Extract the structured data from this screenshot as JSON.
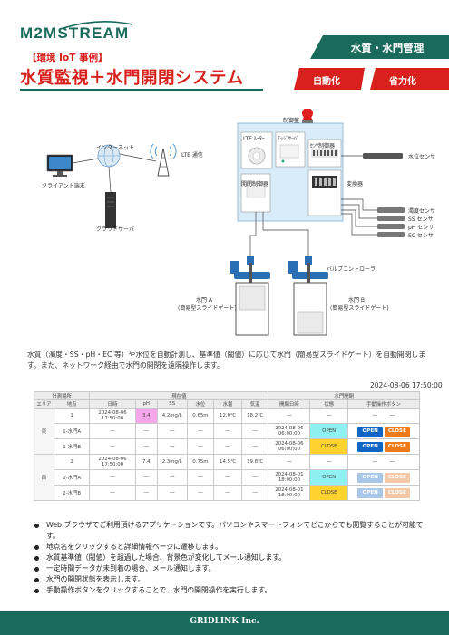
{
  "header": {
    "logo": "M2MSTREAM",
    "category": "【環境 IoT 事例】",
    "title": "水質監視＋水門開閉システム",
    "tag_main": "水質・水門管理",
    "tag_left": "自動化",
    "tag_right": "省力化"
  },
  "diagram": {
    "labels": {
      "control_panel": "制御盤",
      "lte_router": "LTE ﾙｰﾀｰ",
      "easy_server": "ｴｯｼﾞｻｰﾊﾞ",
      "sensor_controller": "ｾﾝｻ制御器",
      "gate_controller": "開閉制御器",
      "converter": "変換器",
      "internet": "インターネット",
      "lte_comm": "LTE 通信",
      "client": "クライアント端末",
      "cloud_server": "クラウドサーバ",
      "level_sensor": "水位センサ",
      "turbidity_sensor": "濁度センサ",
      "ss_sensor": "SS センサ",
      "ph_sensor": "pH センサ",
      "ec_sensor": "EC センサ",
      "valve_controller": "バルブコントローラ",
      "gate_a": "水門 A",
      "gate_a_type": "(簡易型スライドゲート)",
      "gate_b": "水門 B",
      "gate_b_type": "(簡易型スライドゲート)"
    }
  },
  "description": "水質（濁度・SS・pH・EC 等）や水位を自動計測し、基準値（閾値）に応じて水門（簡易型スライドゲート）を自動開閉します。また、ネットワーク経由で水門の開閉を遠隔操作します。",
  "table": {
    "timestamp": "2024-08-06 17:50:00",
    "group_headers": {
      "location": "計測場所",
      "status": "現在値",
      "gate": "水門開閉"
    },
    "columns": {
      "area": "エリア",
      "site": "地点",
      "datetime": "日時",
      "ph": "pH",
      "ss": "SS",
      "level": "水位",
      "water_temp": "水温",
      "air_temp": "気温",
      "op_datetime": "開閉日時",
      "state": "状態",
      "manual": "手動操作ボタン"
    },
    "dash": "―",
    "open_label": "OPEN",
    "close_label": "CLOSE",
    "east": {
      "area": "東",
      "site1": {
        "site": "1",
        "datetime": "2024-08-06\n17:50:00",
        "ph": "3.4",
        "ss": "4.2mg/L",
        "level": "0.65m",
        "water_temp": "12.0℃",
        "air_temp": "18.2℃"
      },
      "gate_a": {
        "site": "1-水門A",
        "op_datetime": "2024-08-06\n06:00:00",
        "state": "OPEN"
      },
      "gate_b": {
        "site": "1-水門B",
        "op_datetime": "2024-08-06\n06:00:00",
        "state": "CLOSE"
      }
    },
    "west": {
      "area": "西",
      "site2": {
        "site": "2",
        "datetime": "2024-08-06\n17:50:00",
        "ph": "7.4",
        "ss": "2.3mg/L",
        "level": "0.75m",
        "water_temp": "14.5℃",
        "air_temp": "19.8℃"
      },
      "gate_a": {
        "site": "2-水門A",
        "op_datetime": "2024-08-01\n18:00:00",
        "state": "OPEN"
      },
      "gate_b": {
        "site": "2-水門B",
        "op_datetime": "2024-08-01\n18:00:00",
        "state": "CLOSE"
      }
    }
  },
  "bullets": [
    "Web ブラウザでご利用頂けるアプリケーションです。パソコンやスマートフォンでどこからでも閲覧することが可能です。",
    "地点名をクリックすると詳細情報ページに遷移します。",
    "水質基準値（閾値）を超過した場合、背景色が変化してメール通知します。",
    "一定時間データが未到着の場合、メール通知します。",
    "水門の開閉状態を表示します。",
    "手動操作ボタンをクリックすることで、水門の開閉操作を実行します。"
  ],
  "footer": "GRIDLINK Inc.",
  "colors": {
    "brand": "#1a6b5c",
    "title_red": "#d8201c",
    "open_blue": "#1166c5",
    "close_orange": "#ee7a1a",
    "alert_pink": "#f6a7ec"
  }
}
